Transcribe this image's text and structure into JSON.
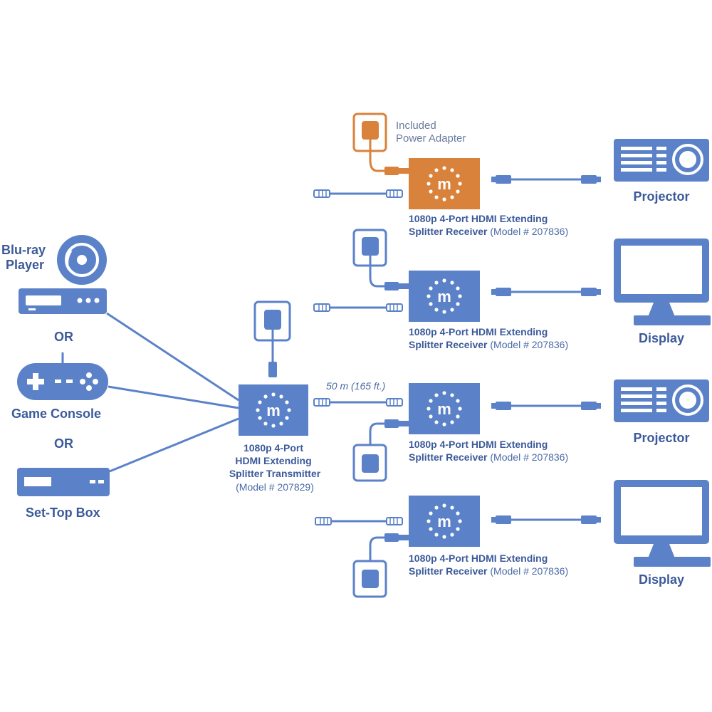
{
  "colors": {
    "primary": "#5b82c8",
    "accent": "#d9823b",
    "text": "#3c5a9a",
    "background": "#ffffff"
  },
  "sources": {
    "bluray": "Blu-ray",
    "bluray_line2": "Player",
    "or1": "OR",
    "game_console": "Game Console",
    "or2": "OR",
    "settop": "Set-Top Box"
  },
  "transmitter": {
    "line1": "1080p 4-Port",
    "line2": "HDMI Extending",
    "line3": "Splitter Transmitter",
    "line4": "(Model # 207829)",
    "logo": "m"
  },
  "cable": {
    "distance": "50 m (165 ft.)"
  },
  "power_adapter": {
    "line1": "Included",
    "line2": "Power Adapter"
  },
  "receivers": [
    {
      "line1": "1080p 4-Port HDMI Extending",
      "line2_bold": "Splitter Receiver",
      "line2_model": " (Model # 207836)",
      "logo": "m"
    },
    {
      "line1": "1080p 4-Port HDMI Extending",
      "line2_bold": "Splitter Receiver",
      "line2_model": " (Model # 207836)",
      "logo": "m"
    },
    {
      "line1": "1080p 4-Port HDMI Extending",
      "line2_bold": "Splitter Receiver",
      "line2_model": " (Model # 207836)",
      "logo": "m"
    },
    {
      "line1": "1080p 4-Port HDMI Extending",
      "line2_bold": "Splitter Receiver",
      "line2_model": " (Model # 207836)",
      "logo": "m"
    }
  ],
  "outputs": [
    {
      "label": "Projector",
      "icon": "projector-icon"
    },
    {
      "label": "Display",
      "icon": "monitor-icon"
    },
    {
      "label": "Projector",
      "icon": "projector-icon"
    },
    {
      "label": "Display",
      "icon": "monitor-icon"
    }
  ]
}
